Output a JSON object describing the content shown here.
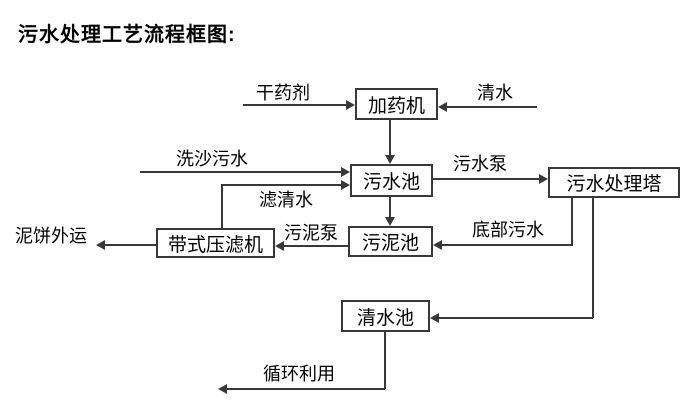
{
  "title": "污水处理工艺流程框图:",
  "colors": {
    "line": "#383838",
    "text": "#000000",
    "background": "#ffffff"
  },
  "diagram": {
    "nodes": [
      {
        "id": "dosing-machine",
        "label": "加药机"
      },
      {
        "id": "sewage-pool",
        "label": "污水池"
      },
      {
        "id": "treatment-tower",
        "label": "污水处理塔"
      },
      {
        "id": "sludge-pool",
        "label": "污泥池"
      },
      {
        "id": "belt-filter-press",
        "label": "带式压滤机"
      },
      {
        "id": "clear-water-pool",
        "label": "清水池"
      }
    ],
    "flow_labels": [
      {
        "id": "dry-agent",
        "label": "干药剂"
      },
      {
        "id": "clean-water",
        "label": "清水"
      },
      {
        "id": "sand-washing-sewage",
        "label": "洗沙污水"
      },
      {
        "id": "filtered-water",
        "label": "滤清水"
      },
      {
        "id": "sewage-pump",
        "label": "污水泵"
      },
      {
        "id": "bottom-sewage",
        "label": "底部污水"
      },
      {
        "id": "sludge-pump",
        "label": "污泥泵"
      },
      {
        "id": "mud-cake-outbound",
        "label": "泥饼外运"
      },
      {
        "id": "recycle-use",
        "label": "循环利用"
      }
    ],
    "edges": [
      {
        "from": "干药剂",
        "to": "加药机",
        "label": "干药剂"
      },
      {
        "from": "清水",
        "to": "加药机",
        "label": "清水"
      },
      {
        "from": "加药机",
        "to": "污水池",
        "label": ""
      },
      {
        "from": "洗沙污水",
        "to": "污水池",
        "label": "洗沙污水"
      },
      {
        "from": "带式压滤机",
        "to": "污水池",
        "label": "滤清水"
      },
      {
        "from": "污水池",
        "to": "污水处理塔",
        "label": "污水泵"
      },
      {
        "from": "污水池",
        "to": "污泥池",
        "label": ""
      },
      {
        "from": "污水处理塔",
        "to": "污泥池",
        "label": "底部污水"
      },
      {
        "from": "污泥池",
        "to": "带式压滤机",
        "label": "污泥泵"
      },
      {
        "from": "带式压滤机",
        "to": "泥饼外运",
        "label": "泥饼外运"
      },
      {
        "from": "污水处理塔",
        "to": "清水池",
        "label": ""
      },
      {
        "from": "清水池",
        "to": "循环利用",
        "label": "循环利用"
      }
    ]
  }
}
